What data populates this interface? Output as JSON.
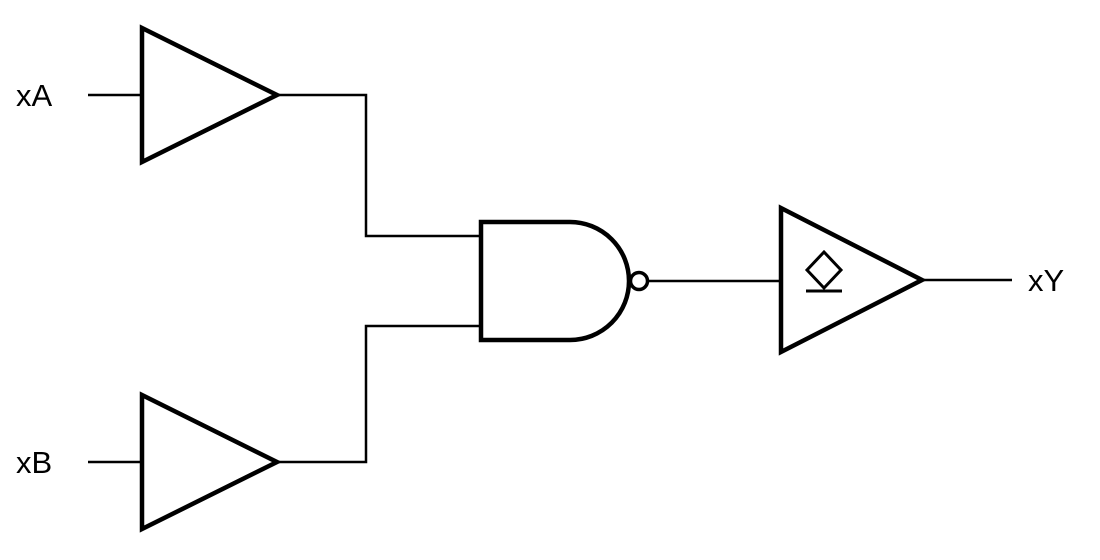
{
  "diagram": {
    "type": "logic-schematic",
    "labels": {
      "input_a": "xA",
      "input_b": "xB",
      "output_y": "xY"
    },
    "colors": {
      "line": "#000000",
      "background": "#ffffff"
    },
    "components": [
      {
        "name": "input-buffer-a",
        "type": "buffer-triangle"
      },
      {
        "name": "input-buffer-b",
        "type": "buffer-triangle"
      },
      {
        "name": "nand-gate",
        "type": "and-shape-with-inversion-bubble"
      },
      {
        "name": "output-buffer-open-drain",
        "type": "buffer-triangle-with-open-drain-diamond"
      }
    ]
  }
}
